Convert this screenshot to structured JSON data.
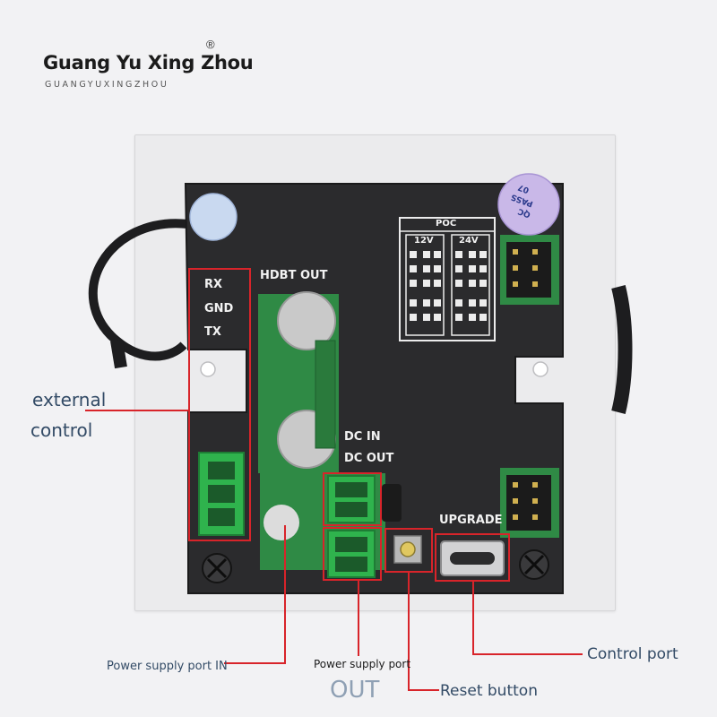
{
  "brand": {
    "name": "Guang Yu Xing Zhou",
    "registered": "®",
    "subtitle": "GUANGYUXINGZHOU"
  },
  "board_labels": {
    "rx": "RX",
    "gnd": "GND",
    "tx": "TX",
    "hdbt_out": "HDBT OUT",
    "dc_in": "DC IN",
    "dc_out": "DC OUT",
    "upgrade": "UPGRADE",
    "poc": "POC",
    "poc_12v": "12V",
    "poc_24v": "24V"
  },
  "sticker": {
    "line1": "QC",
    "line2": "PASS",
    "line3": "07"
  },
  "annotations": {
    "external": "external",
    "control": "control",
    "power_in": "Power supply port IN",
    "power_out_label": "Power supply port",
    "power_out_big": "OUT",
    "reset": "Reset button",
    "control_port": "Control port"
  },
  "colors": {
    "background": "#f2f2f4",
    "panel": "#ebebed",
    "device": "#2b2b2d",
    "pcb": "#2f8a45",
    "terminal_green": "#2fb34d",
    "callout_red": "#d8242a",
    "annotation_text": "#334b66"
  }
}
